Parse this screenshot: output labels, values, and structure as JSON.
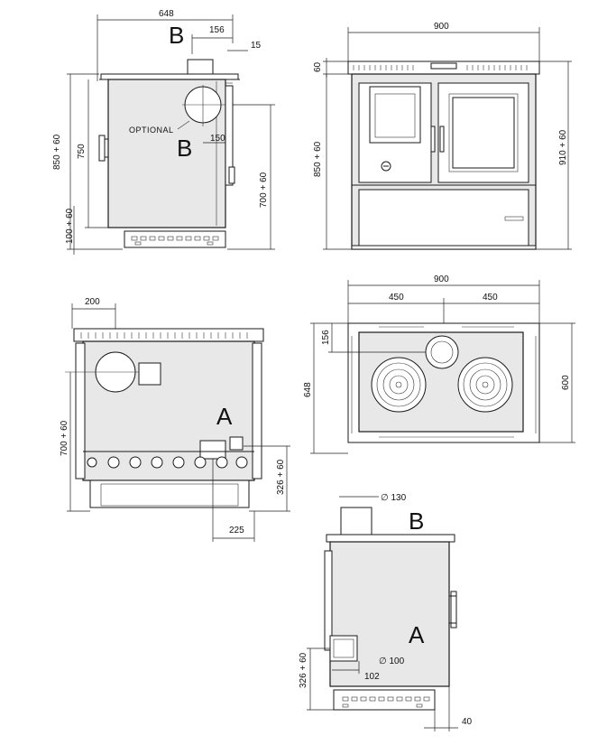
{
  "front_view_left": {
    "dims": {
      "overall_depth": "648",
      "flue_offset": "156",
      "flue_gap": "15",
      "height_total": "850 + 60",
      "height_body": "750",
      "foot_height": "100 + 60",
      "optional_outlet_offset": "150",
      "outlet_height": "700 + 60"
    },
    "markers": {
      "top": "B",
      "mid": "B"
    },
    "optional_label": "OPTIONAL"
  },
  "front_view_right": {
    "dims": {
      "width": "900",
      "top_rail": "60",
      "height_left": "850 + 60",
      "height_right": "910 + 60"
    }
  },
  "rear_view": {
    "dims": {
      "offset_top": "200",
      "outlet_height": "700 + 60",
      "socket_height": "326 + 60",
      "socket_offset": "225"
    },
    "marker": "A"
  },
  "top_view": {
    "dims": {
      "width": "900",
      "half_left": "450",
      "half_right": "450",
      "flue_offset": "156",
      "depth_outer": "648",
      "depth_inner": "600"
    }
  },
  "side_view": {
    "dims": {
      "flue_diameter": "∅ 130",
      "inlet_diameter": "∅ 100",
      "inlet_offset": "102",
      "inlet_height": "326 + 60",
      "foot_offset": "40"
    },
    "markers": {
      "top": "B",
      "mid": "A"
    }
  }
}
